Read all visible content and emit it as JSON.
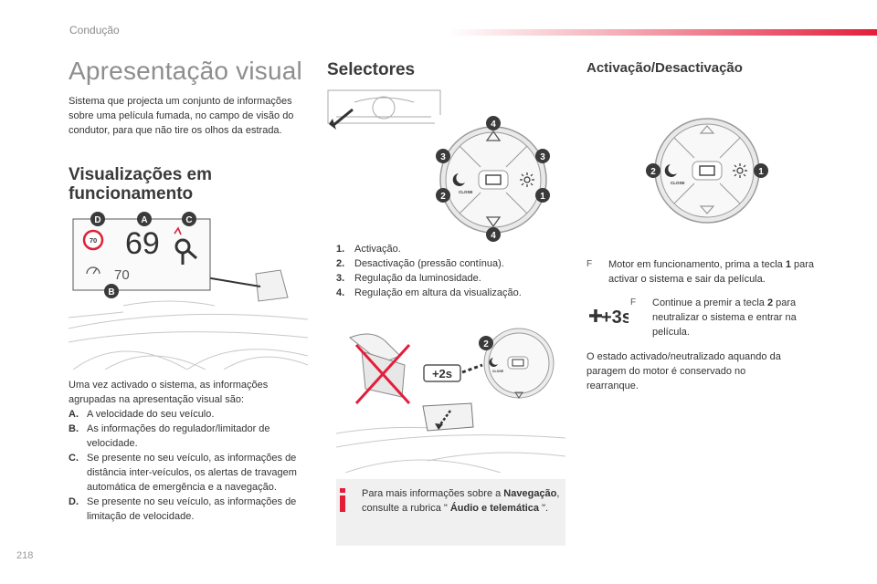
{
  "header": {
    "section": "Condução"
  },
  "page": {
    "number": "218"
  },
  "col1": {
    "title": "Apresentação visual",
    "intro": "Sistema que projecta um conjunto de informações sobre uma película fumada, no campo de visão do condutor, para que não tire os olhos da estrada.",
    "subtitle_line1": "Visualizações em",
    "subtitle_line2": "funcionamento",
    "display": {
      "speed": "69",
      "limit": "70",
      "limit_small": "70",
      "callouts": [
        "D",
        "A",
        "C",
        "B"
      ]
    },
    "list_intro": "Uma vez activado o sistema, as informações agrupadas na apresentação visual são:",
    "items": [
      {
        "key": "A.",
        "text": "A velocidade do seu veículo."
      },
      {
        "key": "B.",
        "text": "As informações do regulador/limitador de velocidade."
      },
      {
        "key": "C.",
        "text": "Se presente no seu veículo, as informações de distância inter-veículos, os alertas de travagem automática de emergência e a navegação."
      },
      {
        "key": "D.",
        "text": "Se presente no seu veículo, as informações de limitação de velocidade."
      }
    ]
  },
  "col2": {
    "title": "Selectores",
    "control": {
      "close_label": "CLOSE",
      "callouts": [
        "4",
        "3",
        "3",
        "2",
        "1",
        "4"
      ]
    },
    "items": [
      {
        "key": "1.",
        "text": "Activação."
      },
      {
        "key": "2.",
        "text": "Desactivação (pressão contínua)."
      },
      {
        "key": "3.",
        "text": "Regulação da luminosidade."
      },
      {
        "key": "4.",
        "text": "Regulação em altura da visualização."
      }
    ],
    "figure2": {
      "hold_label": "+2s",
      "callout": "2",
      "close_label": "CLOSE"
    },
    "info": {
      "text_a": "Para mais informações sobre a ",
      "bold_a": "Navegação",
      "text_b": ", consulte a rubrica \" ",
      "bold_b": "Áudio e telemática",
      "text_c": " \"."
    }
  },
  "col3": {
    "title": "Activação/Desactivação",
    "control": {
      "close_label": "CLOSE",
      "callouts": [
        "2",
        "1"
      ]
    },
    "bullet1_a": "Motor em funcionamento, prima a tecla ",
    "bullet1_key": "1",
    "bullet1_b": " para activar o sistema e sair da película.",
    "hold_label": "+3s",
    "bullet2_a": "Continue a premir a tecla ",
    "bullet2_key": "2",
    "bullet2_b": " para neutralizar o sistema e entrar na película.",
    "note": "O estado activado/neutralizado aquando da paragem do motor é conservado no rearranque.",
    "bullet_symbol": "F"
  },
  "colors": {
    "accent": "#e31e3b",
    "callout_fill": "#3a3a3a",
    "red_digit": "#d9233a"
  }
}
